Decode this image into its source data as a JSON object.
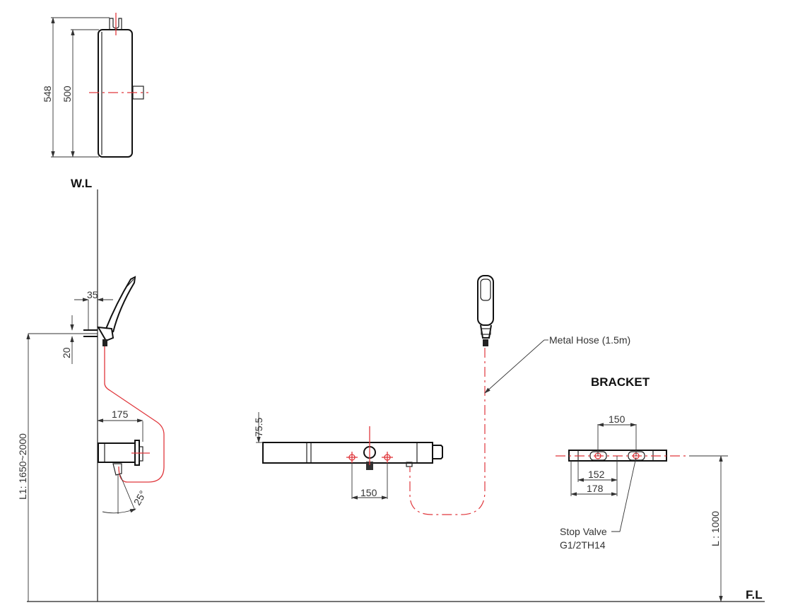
{
  "labels": {
    "wall_line": "W.L",
    "floor_line": "F.L",
    "bracket_title": "BRACKET",
    "metal_hose": "Metal Hose (1.5m)",
    "stop_valve": "Stop Valve",
    "stop_valve_thread": "G1/2TH14"
  },
  "dimensions": {
    "top_overall": "548",
    "top_body": "500",
    "holder_depth": "35",
    "holder_height": "20",
    "mount_height": "L1: 1650~2000",
    "valve_depth": "175",
    "angle": "25°",
    "bar_height": "75.5",
    "bar_centers": "150",
    "bracket_centers": "150",
    "bracket_152": "152",
    "bracket_178": "178",
    "bracket_height": "L : 1000"
  },
  "colors": {
    "centerline": "#e0373c",
    "line": "#222222"
  }
}
